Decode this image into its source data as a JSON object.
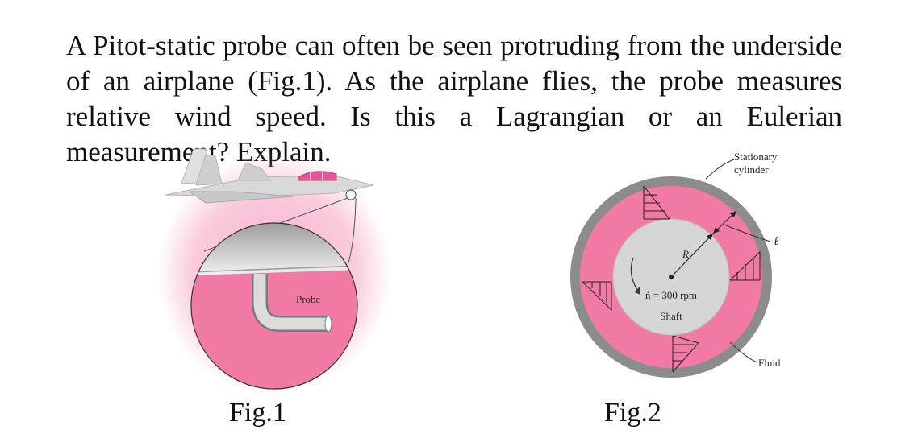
{
  "question": {
    "text": "A Pitot-static probe can often be seen protruding from the underside of an airplane (Fig.1). As the airplane flies, the probe measures relative wind speed. Is this a Lagrangian or an Eulerian measurement? Explain."
  },
  "figure1": {
    "caption": "Fig.1",
    "probe_label": "Probe"
  },
  "figure2": {
    "caption": "Fig.2",
    "stationary_label_line1": "Stationary",
    "stationary_label_line2": "cylinder",
    "radius_label": "R",
    "gap_label": "ℓ",
    "speed_label": "ṅ = 300 rpm",
    "shaft_label": "Shaft",
    "fluid_label": "Fluid"
  },
  "colors": {
    "fluid_pink": "#f27aa6",
    "glow_pink": "#f7a9c8",
    "wall_gray": "#8c8c8c",
    "shaft_gray": "#d6d6d6"
  }
}
